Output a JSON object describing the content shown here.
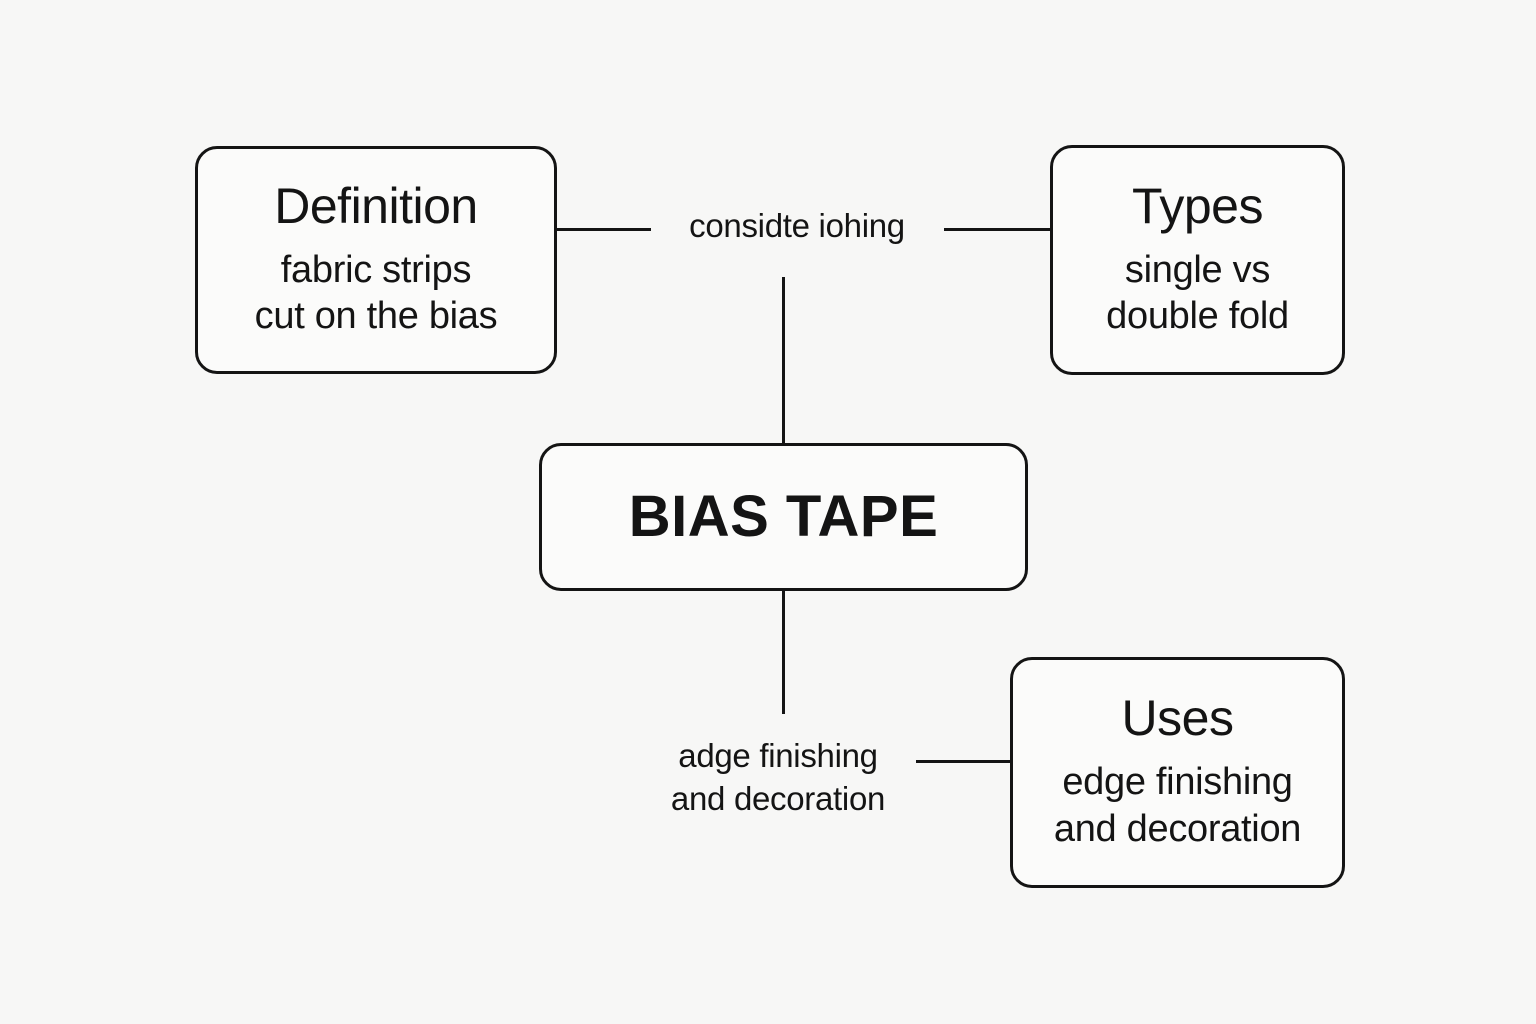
{
  "diagram": {
    "background_color": "#f7f7f6",
    "node_fill_color": "#fbfbfa",
    "stroke_color": "#141414",
    "central": {
      "title": "BIAS TAPE"
    },
    "nodes": [
      {
        "id": "definition",
        "title": "Definition",
        "subtitle": "fabric strips\ncut on the bias"
      },
      {
        "id": "types",
        "title": "Types",
        "subtitle": "single vs\ndouble fold"
      },
      {
        "id": "uses",
        "title": "Uses",
        "subtitle": "edge finishing\nand decoration"
      }
    ],
    "edge_labels": [
      {
        "id": "top",
        "text": "considte iohing"
      },
      {
        "id": "bottom",
        "text": "adge finishing\nand decoration"
      }
    ]
  }
}
